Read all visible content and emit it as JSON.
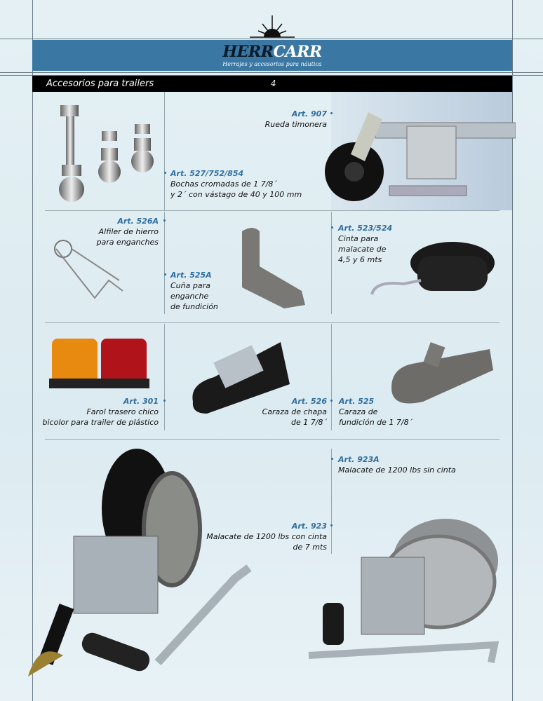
{
  "brand": {
    "name_part1": "HERR",
    "name_part2": "CARR",
    "tagline": "Herrajes y accesorios para náutica"
  },
  "header": {
    "section_title": "Accesorios para trailers",
    "page_number": "4"
  },
  "products": [
    {
      "art": "Art. 907",
      "lines": [
        "Rueda timonera"
      ]
    },
    {
      "art": "Art. 527/752/854",
      "lines": [
        "Bochas cromadas de 1 7/8´",
        "y 2´ con vástago de 40 y 100 mm"
      ]
    },
    {
      "art": "Art. 526A",
      "lines": [
        "Alfiler de hierro",
        "para enganches"
      ]
    },
    {
      "art": "Art. 525A",
      "lines": [
        "Cuña para",
        "enganche",
        "de fundición"
      ]
    },
    {
      "art": "Art. 523/524",
      "lines": [
        "Cinta para",
        "malacate de",
        "4,5 y 6 mts"
      ]
    },
    {
      "art": "Art. 301",
      "lines": [
        "Farol trasero chico",
        "bicolor para trailer de plástico"
      ]
    },
    {
      "art": "Art. 526",
      "lines": [
        "Caraza de chapa",
        "de 1 7/8´"
      ]
    },
    {
      "art": "Art. 525",
      "lines": [
        "Caraza de",
        "fundición de 1 7/8´"
      ]
    },
    {
      "art": "Art. 923A",
      "lines": [
        "Malacate de 1200 lbs sin cinta"
      ]
    },
    {
      "art": "Art. 923",
      "lines": [
        "Malacate de 1200 lbs con cinta",
        "de 7 mts"
      ]
    }
  ],
  "colors": {
    "band": "#3a78a3",
    "accent": "#2f6fa0",
    "bar": "#000000"
  }
}
